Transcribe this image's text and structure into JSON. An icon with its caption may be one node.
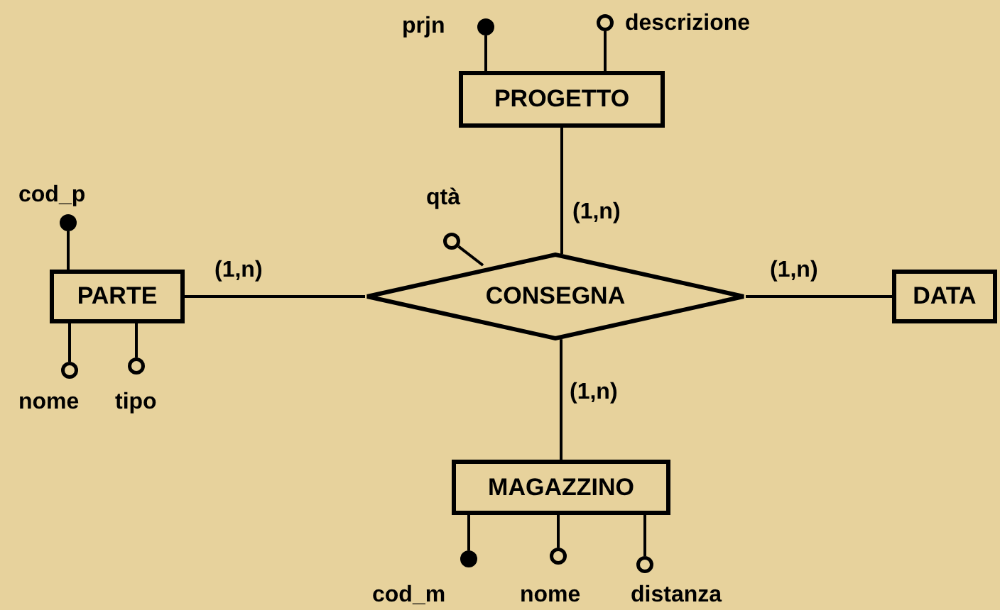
{
  "diagram": {
    "nodes": [
      {
        "text": [],
        "shape": "dot",
        "beside": [
          "prjn"
        ]
      },
      {
        "text": [],
        "shape": "circle",
        "beside": [
          "descrizione"
        ]
      },
      {
        "text": [
          "PROGETTO"
        ]
      },
      {
        "text": [],
        "shape": "dot",
        "beside": [
          "cod_p"
        ]
      },
      {
        "text": [],
        "shape": "circle",
        "beside": [
          "qtà"
        ]
      },
      {
        "text": [
          "PARTE"
        ]
      },
      {
        "text": [
          "CONSEGNA"
        ]
      },
      {
        "text": [
          "DATA"
        ]
      },
      {
        "text": [],
        "shape": "circle",
        "beside": [
          "nome"
        ]
      },
      {
        "text": [],
        "shape": "circle",
        "beside": [
          "tipo"
        ]
      },
      {
        "text": [
          "MAGAZZINO"
        ]
      },
      {
        "text": [],
        "shape": "dot",
        "beside": [
          "cod_m"
        ]
      },
      {
        "text": [],
        "shape": "circle",
        "beside": [
          "nome"
        ]
      },
      {
        "text": [],
        "shape": "circle",
        "beside": [
          "distanza"
        ]
      }
    ],
    "edges": [
      {
        "from": 0,
        "to": 2,
        "arrow": "none"
      },
      {
        "from": 1,
        "to": 2,
        "arrow": "none"
      },
      {
        "from": 3,
        "to": 5,
        "arrow": "none"
      },
      {
        "from": 4,
        "to": 6,
        "arrow": "none"
      },
      {
        "from": 8,
        "to": 5,
        "arrow": "none"
      },
      {
        "from": 9,
        "to": 5,
        "arrow": "none"
      },
      {
        "from": 11,
        "to": 10,
        "arrow": "none"
      },
      {
        "from": 12,
        "to": 10,
        "arrow": "none"
      },
      {
        "from": 13,
        "to": 10,
        "arrow": "none"
      },
      {
        "from": 2,
        "to": 6,
        "arrow": "none",
        "label": "(1,n)"
      },
      {
        "from": 5,
        "to": 6,
        "arrow": "none",
        "label": "(1,n)"
      },
      {
        "from": 6,
        "to": 7,
        "arrow": "none",
        "label": "(1,n)"
      },
      {
        "from": 6,
        "to": 10,
        "arrow": "none",
        "label": "(1,n)"
      }
    ]
  }
}
